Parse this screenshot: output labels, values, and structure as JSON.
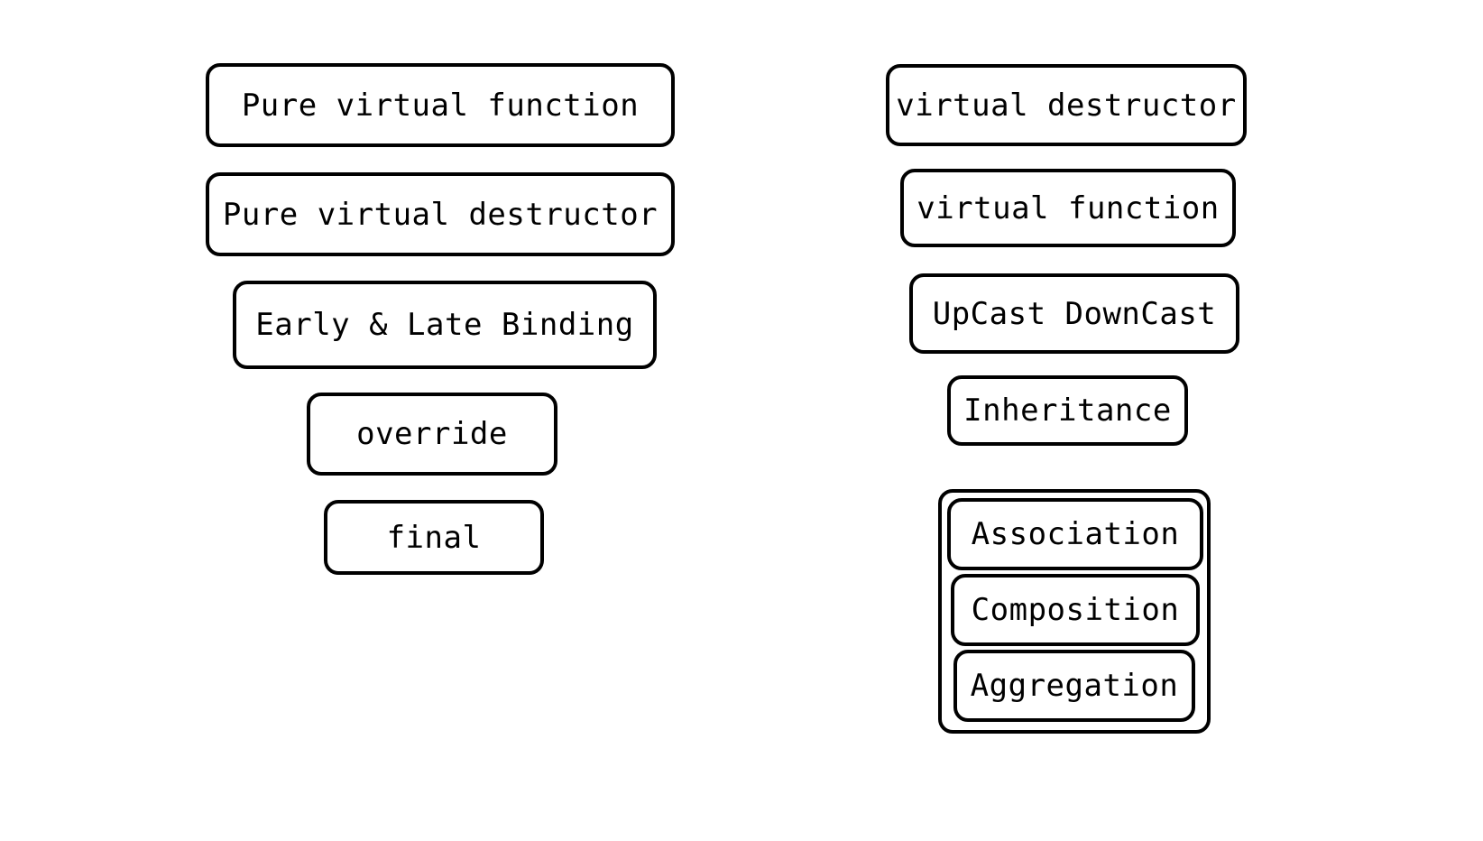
{
  "left_column": {
    "pure_virtual_function": "Pure virtual function",
    "pure_virtual_destructor": "Pure virtual destructor",
    "early_late_binding": "Early & Late Binding",
    "override": "override",
    "final": "final"
  },
  "right_column": {
    "virtual_destructor": "virtual destructor",
    "virtual_function": "virtual function",
    "upcast_downcast": "UpCast DownCast",
    "inheritance": "Inheritance",
    "relationships": {
      "association": "Association",
      "composition": "Composition",
      "aggregation": "Aggregation"
    }
  }
}
